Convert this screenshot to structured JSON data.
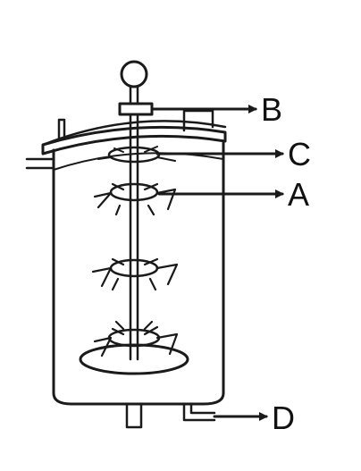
{
  "diagram": {
    "labels": {
      "B": "B",
      "C": "C",
      "A": "A",
      "D": "D"
    }
  }
}
